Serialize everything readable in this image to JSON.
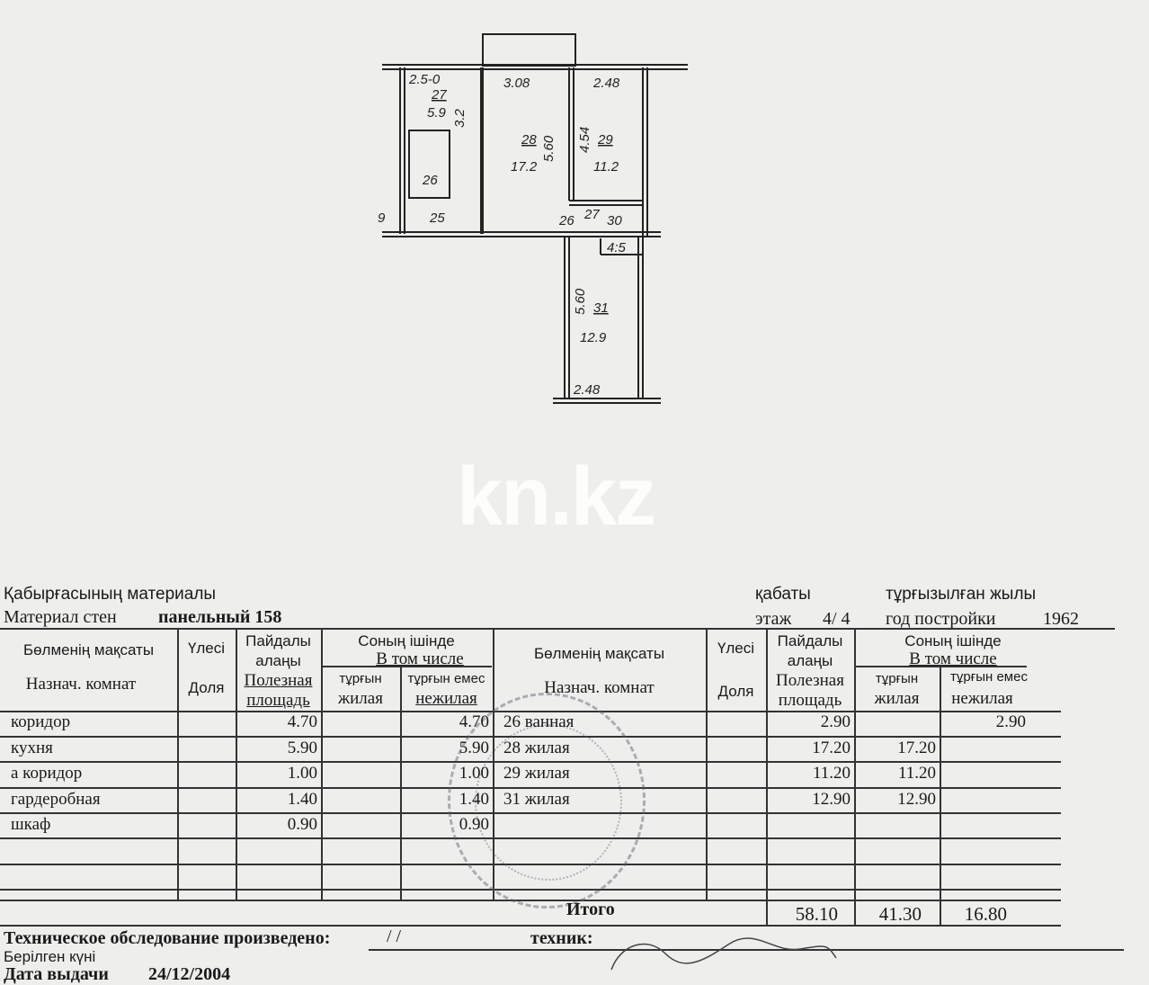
{
  "plan": {
    "labels": {
      "kitchen_width": "2.5-0",
      "kitchen_num": "27",
      "kitchen_area": "5.9",
      "kitchen_len": "3.2",
      "bath": "26",
      "corridor": "25",
      "corridor_left": "9",
      "room28_width": "3.08",
      "room28_len": "5.60",
      "room28_num": "28",
      "room28_area": "17.2",
      "room29_width": "2.48",
      "room29_len": "4.54",
      "room29_num": "29",
      "room29_area": "11.2",
      "hall_num": "26",
      "hall_small": "27",
      "hall_num2": "30",
      "closet": "4:5",
      "room31_len": "5.60",
      "room31_num": "31",
      "room31_area": "12.9",
      "room31_width": "2.48"
    }
  },
  "watermark": "kn.kz",
  "header": {
    "wall_material_kz": "Қабырғасының материалы",
    "wall_material_ru": "Материал стен",
    "wall_material_value": "панельный 158",
    "floor_kz": "қабаты",
    "floor_ru": "этаж",
    "floor_value": "4/ 4",
    "year_kz": "тұрғызылған жылы",
    "year_ru": "год постройки",
    "year_value": "1962"
  },
  "table": {
    "columns": {
      "purpose_kz": "Бөлменің мақсаты",
      "purpose_ru": "Назнач. комнат",
      "share_kz": "Үлесі",
      "share_ru": "Доля",
      "area_kz": "Пайдалы алаңы",
      "area_ru": "Полезная площадь",
      "including_kz": "Соның ішінде",
      "including_ru": "В том числе",
      "living_kz": "тұрғын",
      "living_ru": "жилая",
      "nonliving_kz": "тұрғын емес",
      "nonliving_ru": "нежилая"
    },
    "left_rows": [
      {
        "name": "коридор",
        "share": "",
        "area": "4.70",
        "living": "",
        "nonliving": "4.70"
      },
      {
        "name": "кухня",
        "share": "",
        "area": "5.90",
        "living": "",
        "nonliving": "5.90"
      },
      {
        "name": "а коридор",
        "share": "",
        "area": "1.00",
        "living": "",
        "nonliving": "1.00"
      },
      {
        "name": "гардеробная",
        "share": "",
        "area": "1.40",
        "living": "",
        "nonliving": "1.40"
      },
      {
        "name": "шкаф",
        "share": "",
        "area": "0.90",
        "living": "",
        "nonliving": "0.90"
      }
    ],
    "right_rows": [
      {
        "name": "26 ванная",
        "share": "",
        "area": "2.90",
        "living": "",
        "nonliving": "2.90"
      },
      {
        "name": "28 жилая",
        "share": "",
        "area": "17.20",
        "living": "17.20",
        "nonliving": ""
      },
      {
        "name": "29 жилая",
        "share": "",
        "area": "11.20",
        "living": "11.20",
        "nonliving": ""
      },
      {
        "name": "31 жилая",
        "share": "",
        "area": "12.90",
        "living": "12.90",
        "nonliving": ""
      }
    ],
    "total_label": "Итого",
    "total_area": "58.10",
    "total_living": "41.30",
    "total_nonliving": "16.80"
  },
  "footer": {
    "inspection_label": "Техническое обследование произведено:",
    "inspection_value": "/ /",
    "technician_label": "техник:",
    "issued_kz": "Берілген күні",
    "issued_ru": "Дата выдачи",
    "issued_value": "24/12/2004"
  }
}
